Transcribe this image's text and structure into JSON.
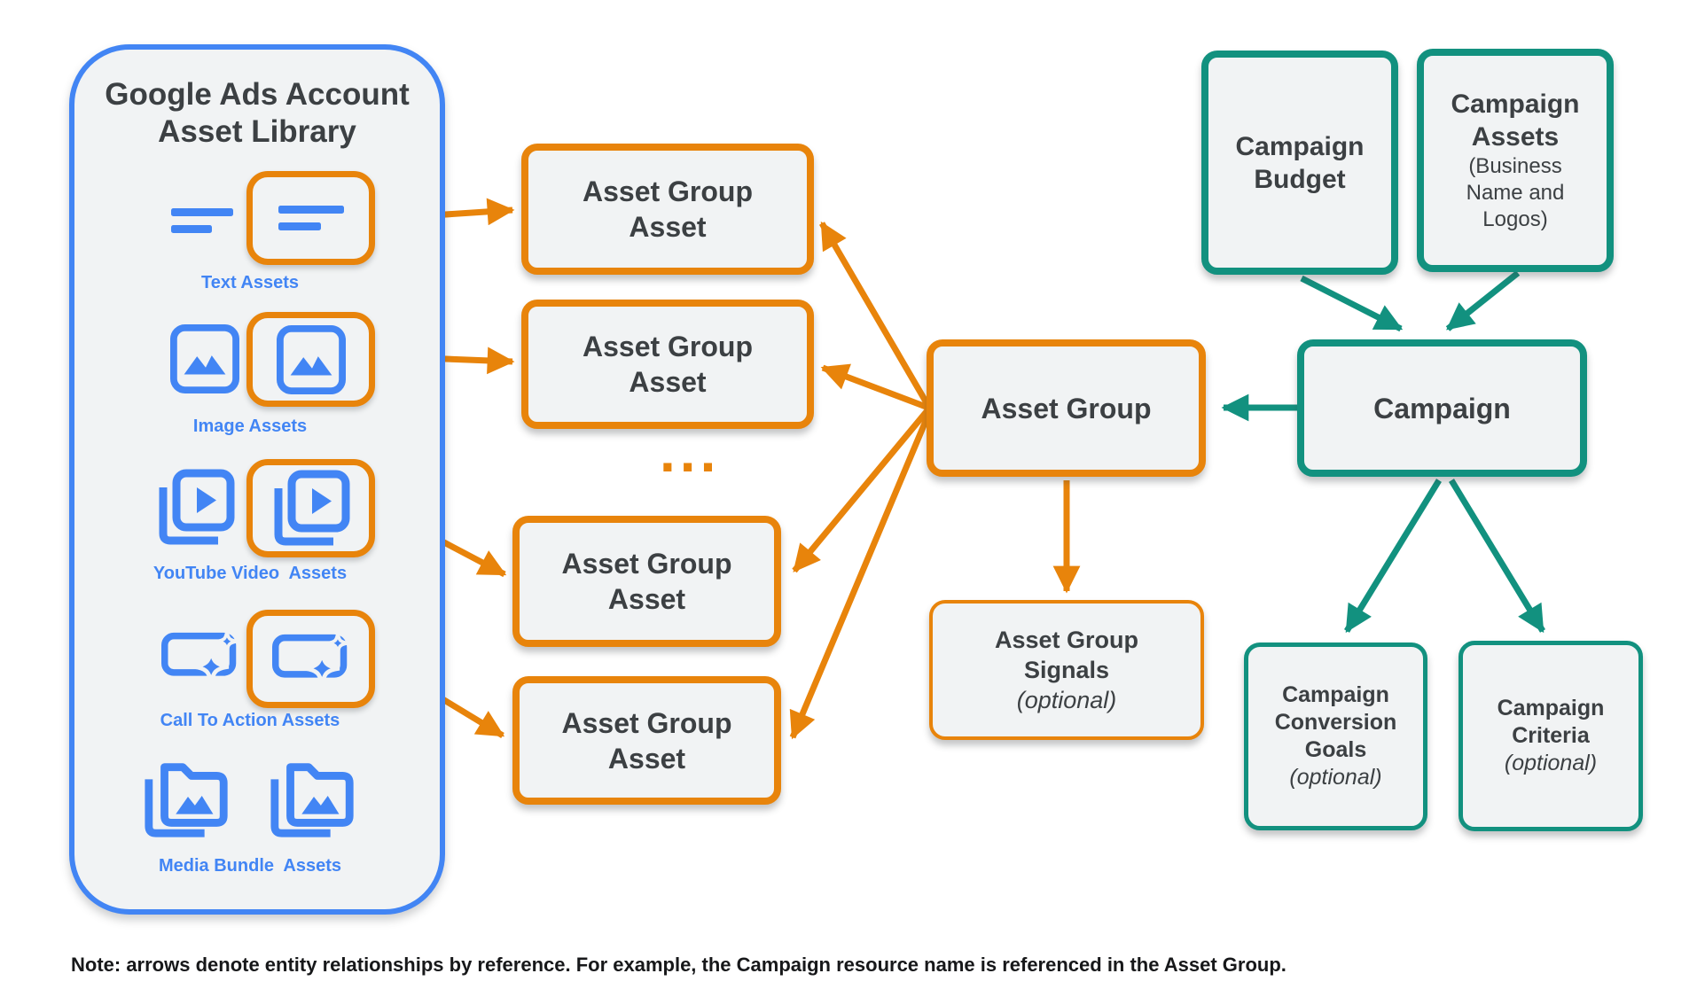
{
  "colors": {
    "blue": "#4285F4",
    "orange": "#E8840B",
    "teal": "#12917F",
    "box_fill": "#F1F3F4",
    "text_dark": "#3C4043"
  },
  "library": {
    "title": "Google Ads Account Asset Library",
    "rows": [
      {
        "label": "Text Assets"
      },
      {
        "label": "Image Assets"
      },
      {
        "label": "YouTube Video  Assets"
      },
      {
        "label": "Call To Action Assets"
      },
      {
        "label": "Media Bundle  Assets"
      }
    ]
  },
  "nodes": {
    "asset_group_asset": {
      "line1": "Asset Group",
      "line2": "Asset"
    },
    "ellipsis": "...",
    "asset_group": {
      "label": "Asset Group"
    },
    "asset_group_signals": {
      "title": "Asset Group Signals",
      "subtitle": "(optional)"
    },
    "campaign": {
      "label": "Campaign"
    },
    "campaign_budget": {
      "label": "Campaign Budget"
    },
    "campaign_assets": {
      "title": "Campaign Assets",
      "subtitle": "(Business Name and Logos)"
    },
    "campaign_conversion_goals": {
      "title": "Campaign Conversion Goals",
      "subtitle": "(optional)"
    },
    "campaign_criteria": {
      "title": "Campaign Criteria",
      "subtitle": "(optional)"
    }
  },
  "note": "Note: arrows denote entity relationships by reference. For example, the Campaign resource name is referenced in the Asset Group."
}
